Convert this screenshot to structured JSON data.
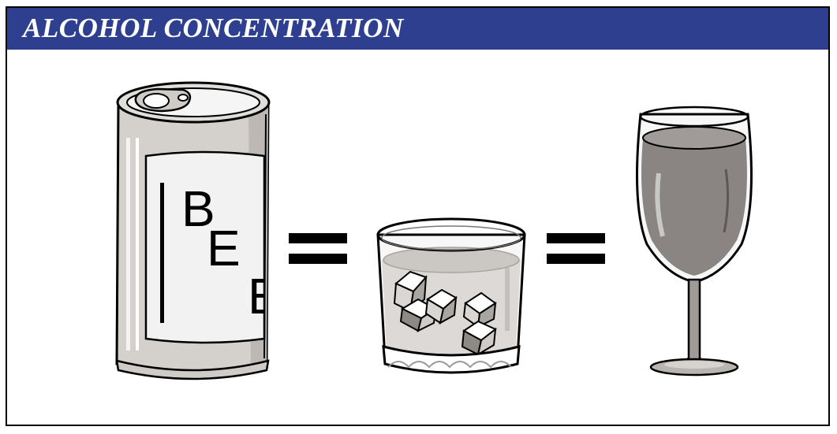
{
  "title": "ALCOHOL CONCENTRATION",
  "colors": {
    "title_bar": "#2e3f8f",
    "title_text": "#ffffff",
    "can_body": "#d4d0cc",
    "label": "#f2f2f2",
    "wine": "#8a8483",
    "glass_outline": "#000000"
  },
  "can_label": {
    "letter_1": "B",
    "letter_2": "E",
    "letter_3": "E"
  },
  "operators": [
    "=",
    "="
  ],
  "icons": [
    "beer-can-icon",
    "mixed-drink-glass-icon",
    "wine-glass-icon"
  ]
}
